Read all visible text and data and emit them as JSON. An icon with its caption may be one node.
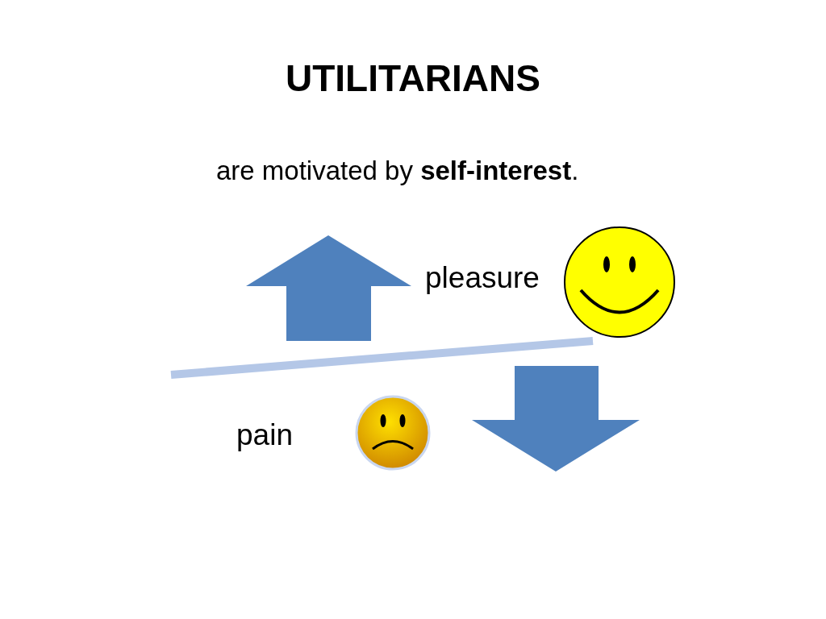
{
  "diagram": {
    "title": "UTILITARIANS",
    "labels": [
      "are motivated by **self-interest**.",
      "pleasure",
      "pain"
    ]
  }
}
